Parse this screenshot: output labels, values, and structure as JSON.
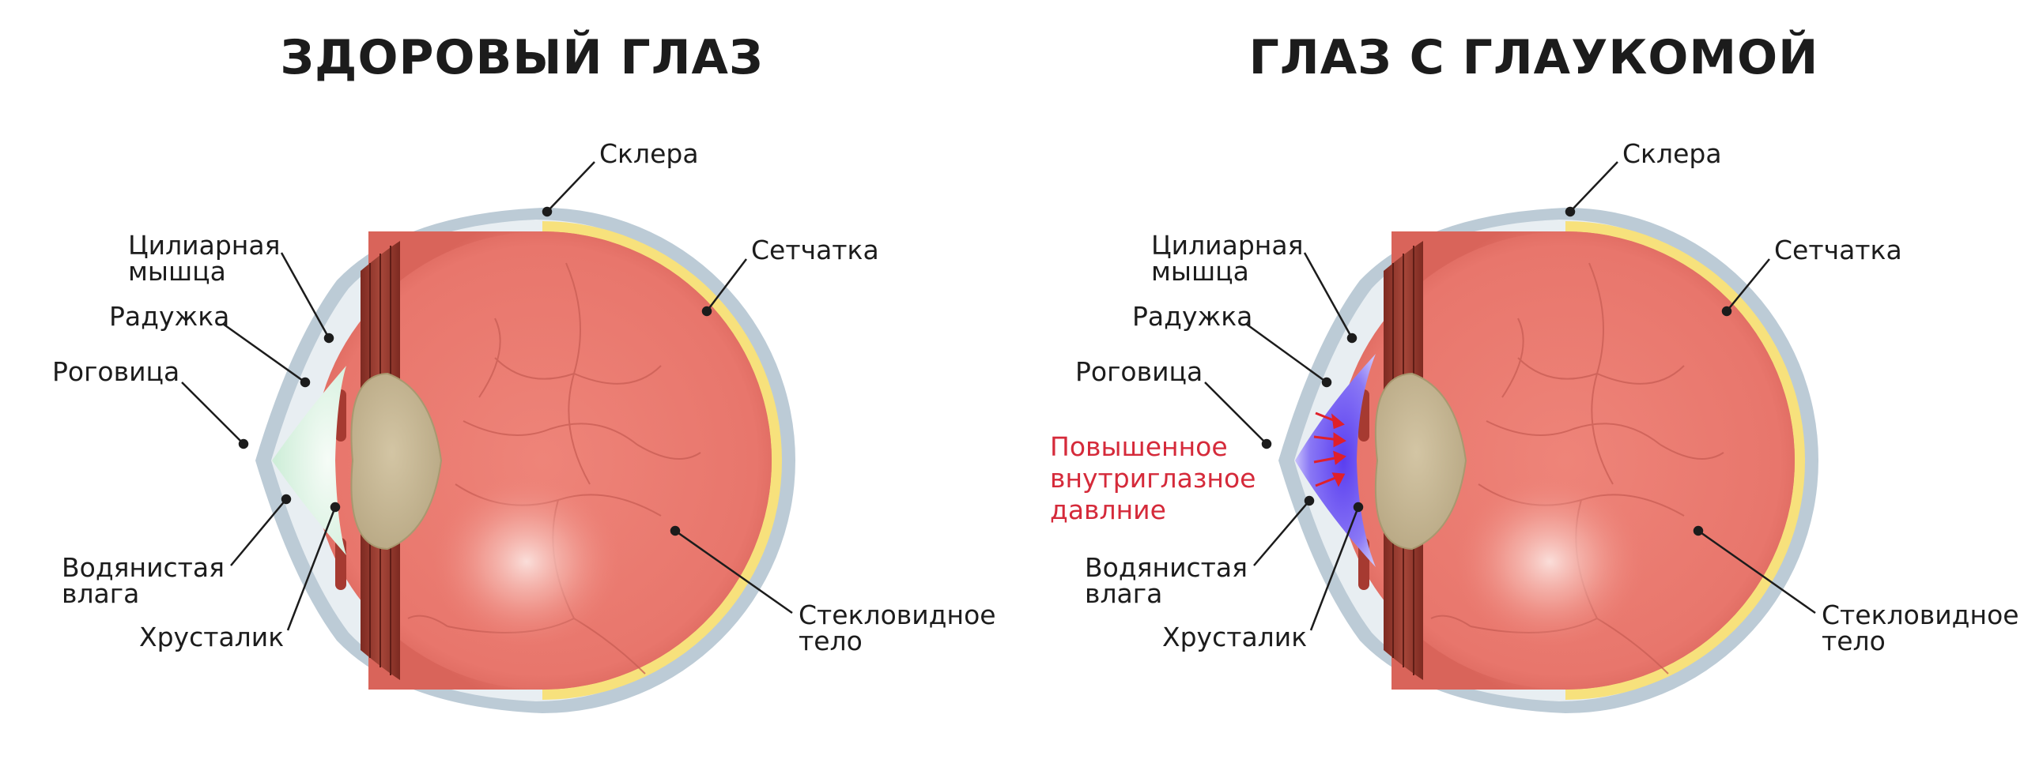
{
  "titles": {
    "healthy": "ЗДОРОВЫЙ ГЛАЗ",
    "glaucoma": "ГЛАЗ С ГЛАУКОМОЙ"
  },
  "labels": {
    "sclera": "Склера",
    "retina": "Сетчатка",
    "ciliary_line1": "Цилиарная",
    "ciliary_line2": "мышца",
    "iris": "Радужка",
    "cornea": "Роговица",
    "aqueous_line1": "Водянистая",
    "aqueous_line2": "влага",
    "lens": "Хрусталик",
    "vitreous_line1": "Стекловидное",
    "vitreous_line2": "тело"
  },
  "pressure": {
    "line1": "Повышенное",
    "line2": "внутриглазное",
    "line3": "давлние"
  },
  "colors": {
    "sclera": "#bccbd6",
    "eyeball": "#ea7a70",
    "retina": "#f7e17c",
    "lens": "#c7b896",
    "ciliary": "#8f3328",
    "aqueous_healthy": "#e4f7ea",
    "aqueous_glaucoma": "#6d4ef0",
    "pressure_text": "#d52a3a"
  }
}
